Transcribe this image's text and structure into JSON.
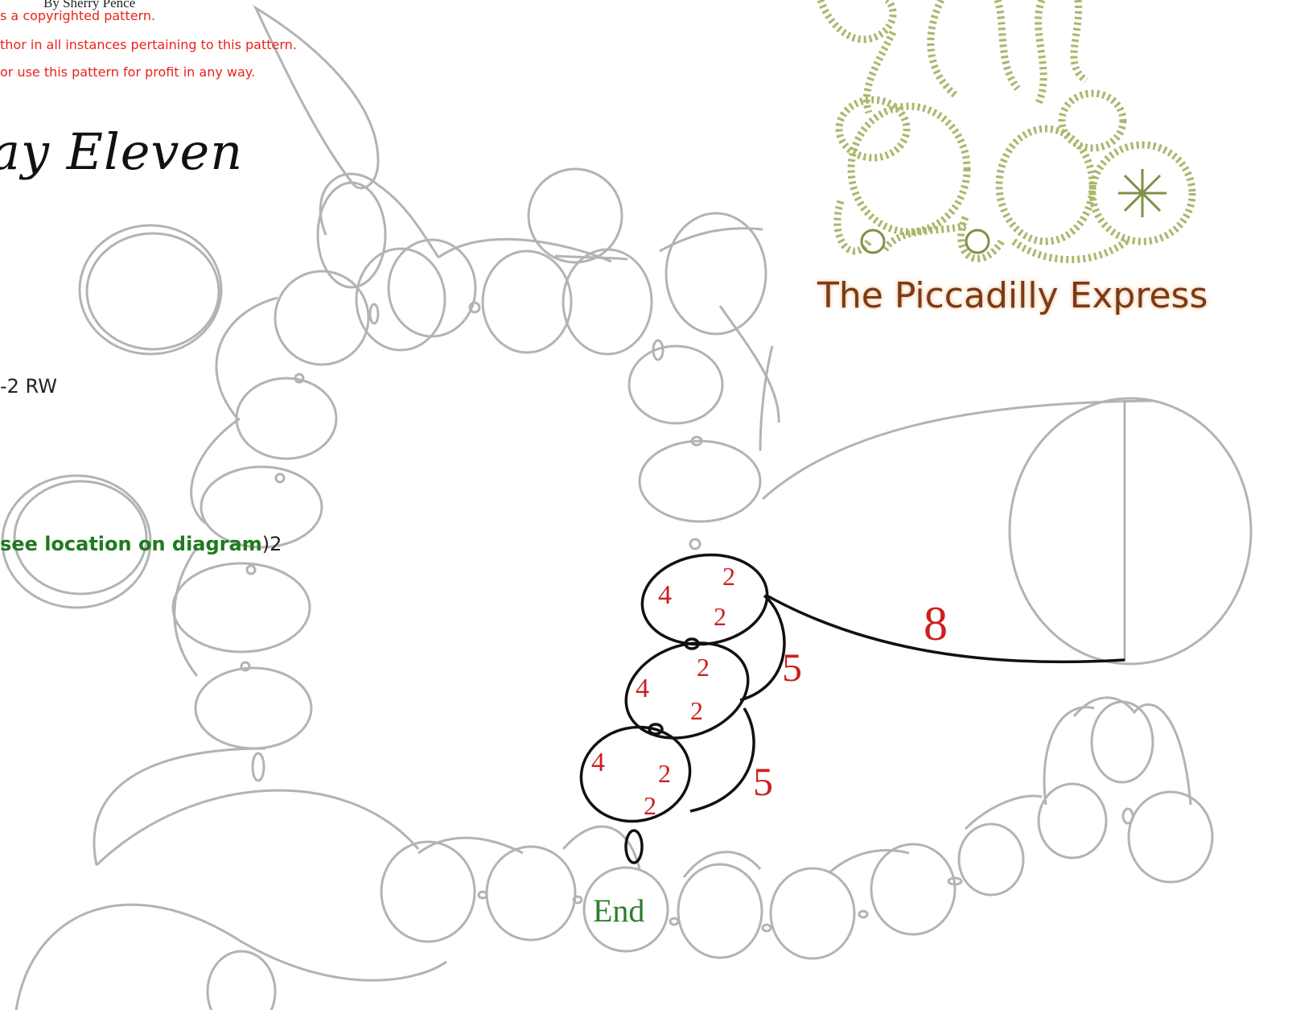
{
  "header": {
    "byline": "By Sherry Pence",
    "copyright_lines": [
      "s a copyrighted pattern.",
      "thor in all instances pertaining to this pattern.",
      "or use this pattern for profit in any way."
    ],
    "title": "ay  Eleven"
  },
  "instructions": {
    "line1": "-2  RW",
    "line2_prefix": "",
    "line2_highlight": "see location on diagram",
    "line2_suffix": ")2"
  },
  "brand": {
    "name": "The Piccadilly Express"
  },
  "diagram": {
    "end_label": "End",
    "chain_labels": [
      "8",
      "5",
      "5"
    ],
    "ring_labels": [
      [
        "4",
        "2",
        "2"
      ],
      [
        "4",
        "2",
        "2"
      ],
      [
        "4",
        "2",
        "2"
      ]
    ],
    "colors": {
      "active": "#111111",
      "inactive": "#b3b3b3",
      "numbers": "#cc2020",
      "end": "#2e7d2e",
      "highlight": "#1e7a1e"
    }
  }
}
